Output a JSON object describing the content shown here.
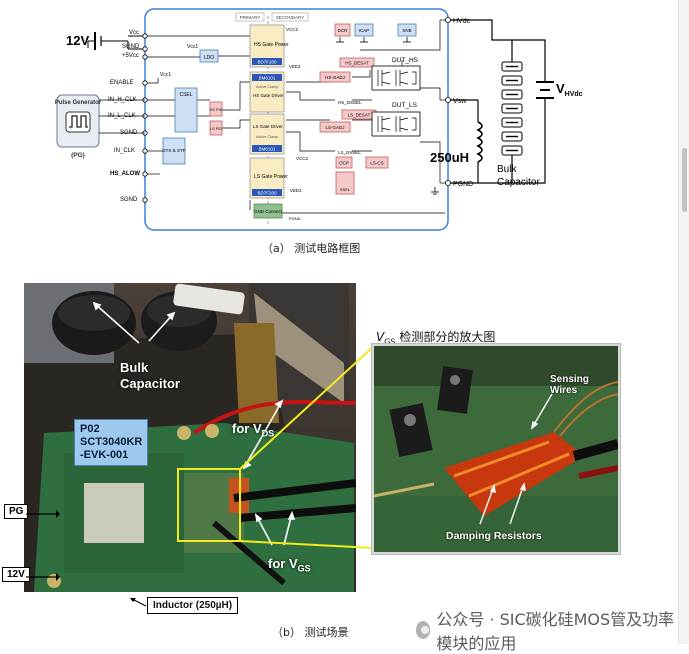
{
  "figure_a": {
    "caption": "（a）  测试电路框图",
    "supply_label": "12V",
    "hv_label": "V",
    "hv_sub": "HVdc",
    "inductor_label": "250uH",
    "bulk_label_1": "Bulk",
    "bulk_label_2": "Capacitor",
    "pulse_gen_title": "Pulse Generator",
    "pulse_gen_tag": "(PG)",
    "pins": {
      "vcc": "Vcc",
      "sgnd1": "SGND",
      "plus5": "+5Vcc",
      "enable": "ENABLE",
      "in_h_clk": "IN_H_CLK",
      "in_l_clk": "IN_L_CLK",
      "sgnd2": "SGND",
      "in_clk": "IN_CLK",
      "hs_alow": "HS_ALOW",
      "sgnd3": "SGND",
      "hvdc": "HVdc",
      "vsw": "Vsw",
      "pgnd": "PGND"
    },
    "blocks": {
      "primary": "PRIMARY",
      "secondary": "SECONDARY",
      "ldo": "LDO",
      "csel": "CSEL",
      "dts": "DTS & STP",
      "hs_fid": "HS FID",
      "ls_fid": "LS FID",
      "hs_power": "HS Gate Power",
      "hs_power_chip": "BD7F200",
      "hs_driver": "HS Gate Driver",
      "hs_driver_chip": "BM6101",
      "active_clamp_1": "Active Clamp",
      "ls_driver": "LS Gate Driver",
      "ls_driver_chip": "BM6101",
      "active_clamp_2": "Active Clamp",
      "ls_power": "LS Gate Power",
      "ls_power_chip": "BD7F200",
      "gnd_connect": "GND Connect",
      "dcr": "DCR",
      "icap": "ICAP",
      "snb": "SNB",
      "dut_hs": "DUT_HS",
      "dut_ls": "DUT_LS",
      "hs_gadj": "HS-GADJ",
      "hs_desat": "HS_DESAT",
      "hs_dssel": "HS_DSSEL",
      "ls_gadj": "LS-GADJ",
      "ls_desat": "LS_DESAT",
      "ls_dssel": "LS_DSSEL",
      "ocp": "OCP",
      "ls_cs": "LS-CS",
      "ssel": "SSEL",
      "vcc1": "Vcc1",
      "vcc2": "VCC2",
      "vee2": "VEE2",
      "pgnd_small": "PGND"
    }
  },
  "figure_b": {
    "caption": "（b）  测试场景",
    "bulk_label_1": "Bulk",
    "bulk_label_2": "Capacitor",
    "evk_lines": [
      "P02",
      "SCT3040KR",
      "-EVK-001"
    ],
    "for_vds": "for V",
    "vds_sub": "DS",
    "for_vgs": "for V",
    "vgs_sub": "GS",
    "pg_label": "PG",
    "v12_label": "12V",
    "inductor_label": "Inductor (250µH)",
    "inset_title_pre": "V",
    "inset_title_sub": "GS",
    "inset_title_post": " 检测部分的放大图",
    "sensing_wires_1": "Sensing",
    "sensing_wires_2": "Wires",
    "damping_resistors": "Damping Resistors"
  },
  "watermark": "公众号 · SIC碳化硅MOS管及功率模块的应用",
  "colors": {
    "board_border": "#3b7ed8",
    "block_blue": "#cde0f5",
    "block_red": "#f6c9c9",
    "block_green": "#8fc08f",
    "chip_blue": "#2a57b8",
    "callout_yellow": "#f2ea1c"
  }
}
